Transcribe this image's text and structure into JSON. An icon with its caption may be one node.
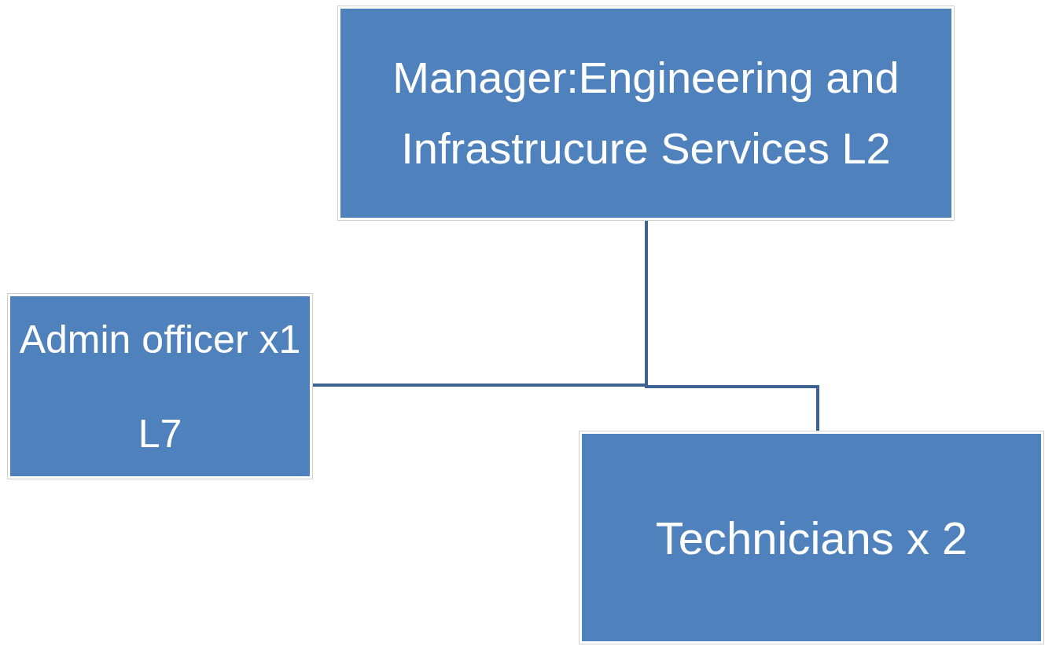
{
  "diagram": {
    "nodes": [
      {
        "text": [
          "Manager:Engineering and Infrastrucure Services L2"
        ]
      },
      {
        "text": [
          "Admin officer x1 L7"
        ]
      },
      {
        "text": [
          "Technicians x 2"
        ]
      }
    ],
    "edges": [
      {
        "from": 0,
        "to": 1,
        "arrow": "none"
      },
      {
        "from": 0,
        "to": 2,
        "arrow": "none"
      }
    ]
  }
}
